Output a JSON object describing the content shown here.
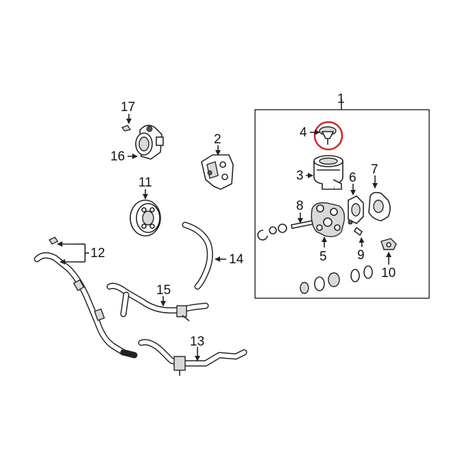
{
  "diagram": {
    "callouts": {
      "c1": "1",
      "c2": "2",
      "c3": "3",
      "c4": "4",
      "c5": "5",
      "c6": "6",
      "c7": "7",
      "c8": "8",
      "c9": "9",
      "c10": "10",
      "c11": "11",
      "c12": "12",
      "c13": "13",
      "c14": "14",
      "c15": "15",
      "c16": "16",
      "c17": "17"
    },
    "highlight_color": "#d9262c",
    "line_color": "#222222",
    "background": "#ffffff"
  }
}
